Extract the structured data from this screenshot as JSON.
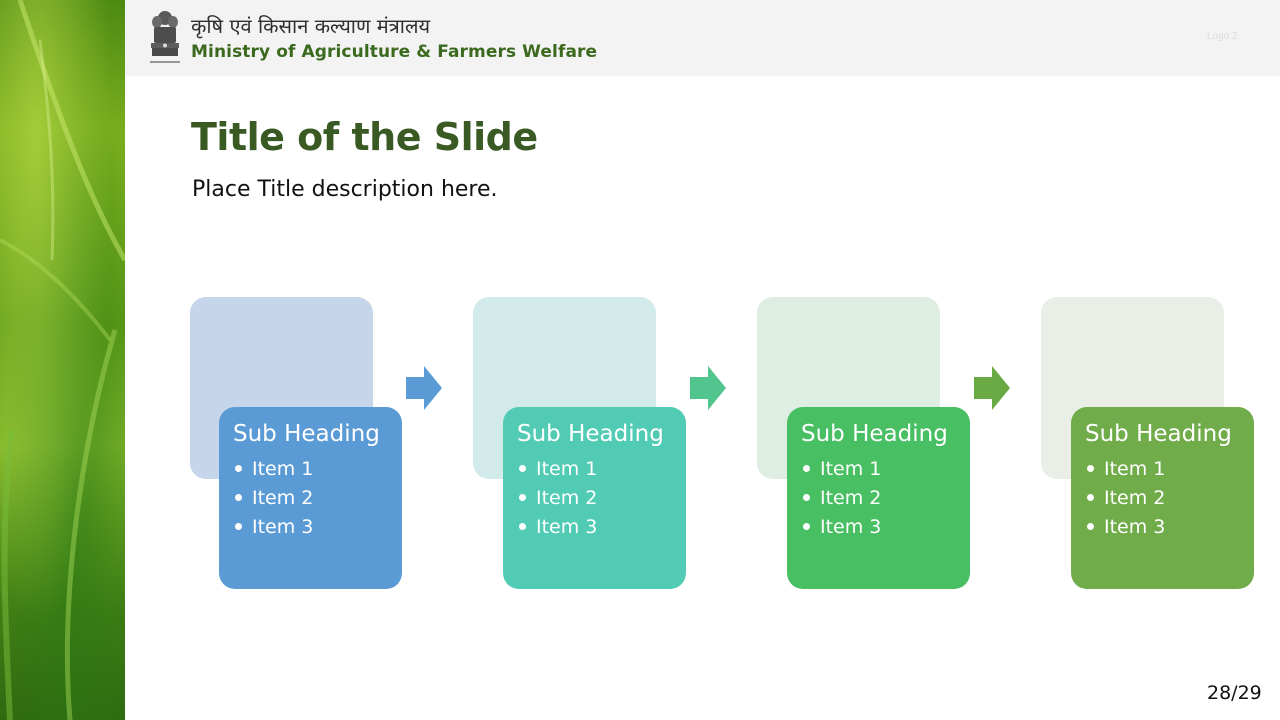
{
  "header": {
    "org_name_hindi": "कृषि एवं किसान कल्याण मंत्रालय",
    "org_name_english": "Ministry of Agriculture & Farmers Welfare",
    "logo_placeholder": "Logo 2"
  },
  "slide": {
    "title": "Title of the Slide",
    "description": "Place Title description here.",
    "page_number": "28/29"
  },
  "stages": [
    {
      "heading": "Sub Heading",
      "items": [
        "Item 1",
        "Item 2",
        "Item 3"
      ],
      "card_color": "#5b9bd5",
      "bg_color": "#c5d5ea"
    },
    {
      "heading": "Sub Heading",
      "items": [
        "Item 1",
        "Item 2",
        "Item 3"
      ],
      "card_color": "#52cbb5",
      "bg_color": "#d3eaea"
    },
    {
      "heading": "Sub Heading",
      "items": [
        "Item 1",
        "Item 2",
        "Item 3"
      ],
      "card_color": "#48bf62",
      "bg_color": "#dfeee3"
    },
    {
      "heading": "Sub Heading",
      "items": [
        "Item 1",
        "Item 2",
        "Item 3"
      ],
      "card_color": "#71ac4a",
      "bg_color": "#e9efe7"
    }
  ],
  "arrow_colors": [
    "#5b9bd5",
    "#52c48e",
    "#6aaa45"
  ],
  "icons": {
    "emblem": "national-emblem-icon",
    "arrow": "right-arrow-icon"
  }
}
